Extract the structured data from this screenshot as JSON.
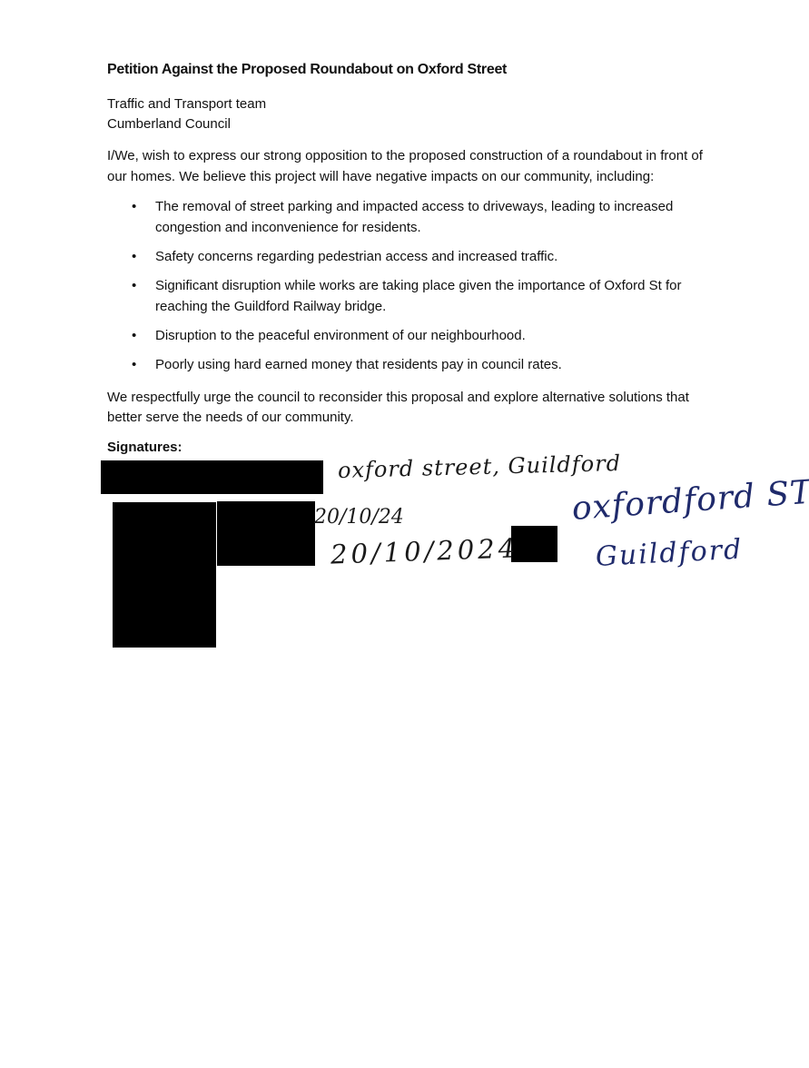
{
  "document": {
    "title": "Petition Against the Proposed Roundabout on Oxford Street",
    "recipient": {
      "line1": "Traffic and Transport team",
      "line2": "Cumberland Council"
    },
    "intro": "I/We, wish to express our strong opposition to the proposed construction of a roundabout in front of our homes. We believe this project will have negative impacts on our community, including:",
    "concerns": [
      "The removal of street parking and impacted access to driveways, leading to increased congestion and inconvenience for residents.",
      "Safety concerns regarding pedestrian access and increased traffic.",
      "Significant disruption while works are taking place given the importance of Oxford St for reaching the Guildford Railway bridge.",
      "Disruption to the peaceful environment of our neighbourhood.",
      "Poorly using hard earned money that residents pay in council rates."
    ],
    "bullet_glyph": "•",
    "closing": "We respectfully urge the council to reconsider this proposal and explore alternative solutions that better serve the needs of our community.",
    "signatures_heading": "Signatures:"
  },
  "signatures": {
    "entry1_address": "oxford street, Guildford",
    "entry2_date": "20/10/24",
    "entry3_date": "20/10/2024",
    "entry3_address_line1": "oxfordford ST",
    "entry3_address_line2": "Guildford"
  },
  "colors": {
    "ink_black": "#1a1a1a",
    "ink_blue": "#1f2a6b",
    "redaction": "#000000"
  }
}
